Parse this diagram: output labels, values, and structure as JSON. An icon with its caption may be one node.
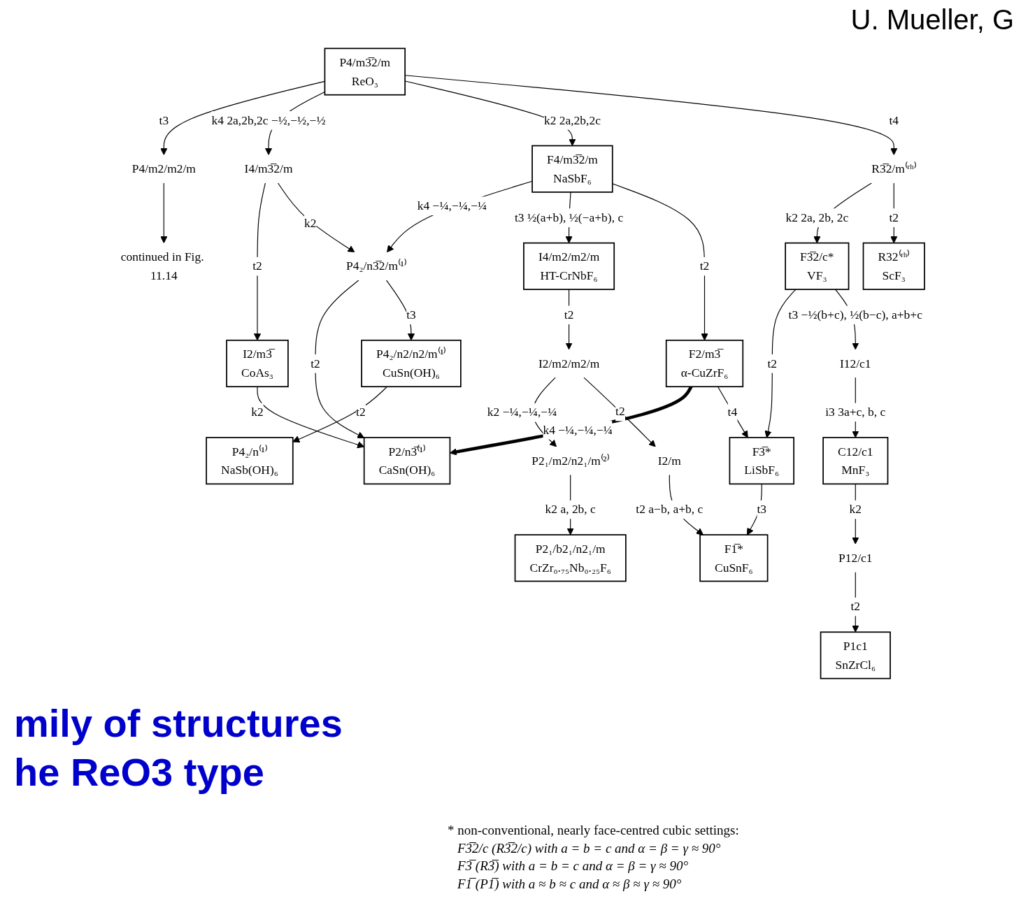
{
  "diagram": {
    "title": "mily of structures he ReO3 type",
    "nodes": [
      {
        "text": [
          "P4/m3̅2/m",
          "ReO₃"
        ]
      },
      {
        "text": [
          "P4/m2/m2/m"
        ]
      },
      {
        "text": [
          "continued in Fig. 11.14"
        ]
      },
      {
        "text": [
          "F4/m3̅2/m",
          "NaSbF₆"
        ]
      },
      {
        "text": [
          "I4/m3̅2/m"
        ]
      },
      {
        "text": [
          "F2/m3̅",
          "α-CuZrF₆"
        ]
      },
      {
        "text": [
          "R3̅2/m⁽ʳʰ⁾"
        ]
      },
      {
        "text": [
          "I4/m2/m2/m",
          "HT-CrNbF₆"
        ]
      },
      {
        "text": [
          "I2/m3̅",
          "CoAs₃"
        ]
      },
      {
        "text": [
          "P4₂/n3̅2/m⁽¹⁾"
        ]
      },
      {
        "text": [
          "F3̅2/c*",
          "VF₃"
        ]
      },
      {
        "text": [
          "R32⁽ʳʰ⁾",
          "ScF₃"
        ]
      },
      {
        "text": [
          "I2/m2/m2/m"
        ]
      },
      {
        "text": [
          "P2/n3̅⁽¹⁾",
          "CaSn(OH)₆"
        ]
      },
      {
        "text": [
          "F3̅*",
          "LiSbF₆"
        ]
      },
      {
        "text": [
          "P4₂/n2/n2/m⁽¹⁾",
          "CuSn(OH)₆"
        ]
      },
      {
        "text": [
          "P2₁/m2/n2₁/m⁽²⁾"
        ]
      },
      {
        "text": [
          "I2/m"
        ]
      },
      {
        "text": [
          "I12/c1"
        ]
      },
      {
        "text": [
          "P4₂/n⁽¹⁾",
          "NaSb(OH)₆"
        ]
      },
      {
        "text": [
          "P2₁/b2₁/n2₁/m",
          "CrZr₀.₇₅Nb₀.₂₅F₆"
        ]
      },
      {
        "text": [
          "F1̅*",
          "CuSnF₆"
        ]
      },
      {
        "text": [
          "C12/c1",
          "MnF₃"
        ]
      },
      {
        "text": [
          "P12/c1"
        ]
      },
      {
        "text": [
          "P1c1",
          "SnZrCl₆"
        ]
      }
    ],
    "edges": [
      {
        "from": 0,
        "to": 1,
        "arrow": "to",
        "label": "t3"
      },
      {
        "from": 0,
        "to": 4,
        "arrow": "to",
        "label": "k4 2a,2b,2c −½,−½,−½"
      },
      {
        "from": 0,
        "to": 3,
        "arrow": "to",
        "label": "k2 2a,2b,2c"
      },
      {
        "from": 0,
        "to": 6,
        "arrow": "to",
        "label": "t4"
      },
      {
        "from": 1,
        "to": 2,
        "arrow": "to"
      },
      {
        "from": 3,
        "to": 9,
        "arrow": "to",
        "label": "k4 −¼,−¼,−¼"
      },
      {
        "from": 3,
        "to": 7,
        "arrow": "to",
        "label": "t3 ½(a+b), ½(−a+b), c"
      },
      {
        "from": 3,
        "to": 5,
        "arrow": "to",
        "label": "t2"
      },
      {
        "from": 4,
        "to": 8,
        "arrow": "to",
        "label": "t2"
      },
      {
        "from": 4,
        "to": 9,
        "arrow": "to",
        "label": "k2"
      },
      {
        "from": 5,
        "to": 13,
        "arrow": "to",
        "label": "k4 −¼,−¼,−¼",
        "style": "thick"
      },
      {
        "from": 5,
        "to": 14,
        "arrow": "to",
        "label": "t4"
      },
      {
        "from": 6,
        "to": 10,
        "arrow": "to",
        "label": "k2 2a, 2b, 2c"
      },
      {
        "from": 6,
        "to": 11,
        "arrow": "to",
        "label": "t2"
      },
      {
        "from": 7,
        "to": 12,
        "arrow": "to",
        "label": "t2"
      },
      {
        "from": 8,
        "to": 13,
        "arrow": "to",
        "label": "k2"
      },
      {
        "from": 9,
        "to": 13,
        "arrow": "to",
        "label": "t2"
      },
      {
        "from": 9,
        "to": 15,
        "arrow": "to",
        "label": "t3"
      },
      {
        "from": 10,
        "to": 14,
        "arrow": "to",
        "label": "t2"
      },
      {
        "from": 10,
        "to": 18,
        "arrow": "to",
        "label": "t3 −½(b+c), ½(b−c), a+b+c"
      },
      {
        "from": 12,
        "to": 16,
        "arrow": "to",
        "label": "k2 −¼,−¼,−¼"
      },
      {
        "from": 12,
        "to": 17,
        "arrow": "to",
        "label": "t2"
      },
      {
        "from": 14,
        "to": 21,
        "arrow": "to",
        "label": "t3"
      },
      {
        "from": 15,
        "to": 19,
        "arrow": "to",
        "label": "t2"
      },
      {
        "from": 16,
        "to": 20,
        "arrow": "to",
        "label": "k2 a, 2b, c"
      },
      {
        "from": 17,
        "to": 21,
        "arrow": "to",
        "label": "t2 a−b, a+b, c"
      },
      {
        "from": 18,
        "to": 22,
        "arrow": "to",
        "label": "i3 3a+c, b, c"
      },
      {
        "from": 22,
        "to": 23,
        "arrow": "to",
        "label": "k2"
      },
      {
        "from": 23,
        "to": 24,
        "arrow": "to",
        "label": "t2"
      }
    ],
    "labels": [
      "U. Mueller, G",
      "* non-conventional, nearly face-centred cubic settings:",
      "F3̅2/c (R3̅2/c) with a = b = c and α = β = γ ≈ 90°",
      "F3̅ (R3̅) with a = b = c and α = β = γ ≈ 90°",
      "F1̅ (P1̅) with a ≈ b ≈ c and α ≈ β ≈ γ ≈ 90°"
    ]
  }
}
